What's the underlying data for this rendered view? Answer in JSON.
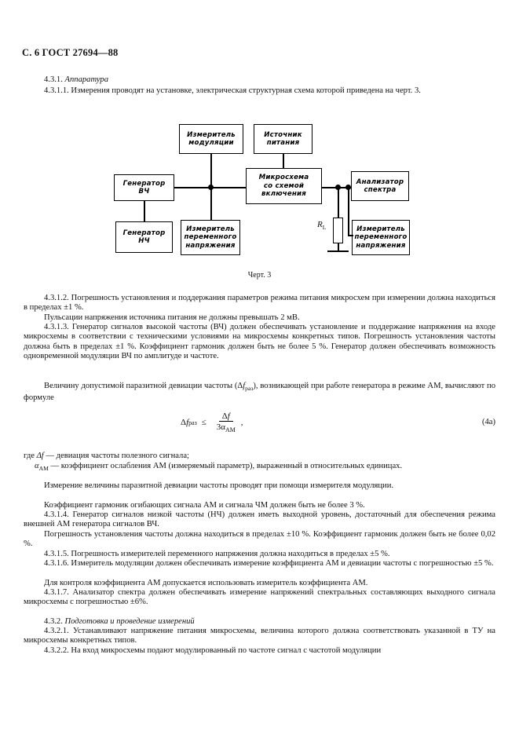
{
  "document": {
    "header": "С. 6 ГОСТ 27694—88",
    "figure_caption": "Черт. 3"
  },
  "sections": {
    "s431_title_num": "4.3.1.",
    "s431_title_text": "Аппаратура",
    "p4311": "4.3.1.1. Измерения проводят на установке, электрическая структурная схема которой приведена на черт. 3.",
    "p4312": "4.3.1.2. Погрешность установления и поддержания параметров режима питания микросхем при измерении должна находиться в пределах ±1 %.",
    "p_pulsations": "Пульсации напряжения источника питания не должны превышать 2 мВ.",
    "p4313": "4.3.1.3. Генератор сигналов высокой частоты (ВЧ) должен обеспечивать установление и поддержание напряжения на входе микросхемы в соответствии с техническими условиями на микросхемы конкретных типов. Погрешность установления частоты должна быть в пределах ±1 %. Коэффициент гармоник должен быть не более 5 %. Генератор должен обеспечивать возможность одновременной модуляции ВЧ по амплитуде и частоте.",
    "p_formula_intro_a": "Величину допустимой паразитной девиации частоты (Δ",
    "p_formula_intro_b": "f",
    "p_formula_intro_c": "раз",
    "p_formula_intro_d": "), возникающей при работе генератора в режиме АМ, вычисляют по формуле",
    "where_word": "где",
    "where_df_symbol": "Δf",
    "where_df_text": "— девиация частоты полезного сигнала;",
    "where_alpha_symbol": "α",
    "where_alpha_sub": "АМ",
    "where_alpha_text": "— коэффициент ослабления АМ (измеряемый параметр), выраженный в относительных единицах.",
    "p_measure": "Измерение величины паразитной девиации частоты проводят при помощи измерителя модуляции.",
    "p_harmonics": "Коэффициент гармоник огибающих сигнала АМ и сигнала ЧМ должен быть не более 3 %.",
    "p4314": "4.3.1.4. Генератор сигналов низкой частоты (НЧ) должен иметь выходной уровень, достаточный для обеспечения режима внешней АМ генератора сигналов ВЧ.",
    "p_freq_err": "Погрешность установления частоты должна находиться в пределах ±10 %. Коэффициент гармоник должен быть не более 0,02 %.",
    "p4315": "4.3.1.5. Погрешность измерителей переменного напряжения должна находиться в пределах ±5 %.",
    "p4316": "4.3.1.6. Измеритель модуляции должен обеспечивать измерение коэффициента АМ и девиации частоты с погрешностью ±5 %.",
    "p_am_control": "Для контроля коэффициента АМ допускается использовать измеритель коэффициента АМ.",
    "p4317": "4.3.1.7. Анализатор спектра должен обеспечивать измерение напряжений спектральных составляющих выходного сигнала микросхемы с погрешностью ±6%.",
    "s432_title_num": "4.3.2.",
    "s432_title_text": "Подготовка и проведение измерений",
    "p4321": "4.3.2.1. Устанавливают напряжение питания микросхемы, величина которого должна соответствовать указанной в ТУ на микросхемы конкретных типов.",
    "p4322": "4.3.2.2. На вход микросхемы подают модулированный по частоте сигнал с частотой модуляции"
  },
  "formula": {
    "lhs_delta": "Δ",
    "lhs_f": "f",
    "lhs_sub": "раз",
    "relation": "≤",
    "numerator_delta": "Δ",
    "numerator_f": "f",
    "denominator_coef": "3",
    "denominator_alpha": "α",
    "denominator_sub": "АМ",
    "comma": ",",
    "number": "(4a)"
  },
  "diagram": {
    "boxes": [
      {
        "id": "izmeritel-modulyatsii",
        "lines": [
          "Измеритель",
          "модуляции"
        ]
      },
      {
        "id": "istochnik-pitaniya",
        "lines": [
          "Источник",
          "питания"
        ]
      },
      {
        "id": "generator-vch",
        "lines": [
          "Генератор",
          "ВЧ"
        ]
      },
      {
        "id": "mikroskhema",
        "lines": [
          "Микросхема",
          "со схемой",
          "включения"
        ]
      },
      {
        "id": "analizator-spektra",
        "lines": [
          "Анализатор",
          "спектра"
        ]
      },
      {
        "id": "generator-nch",
        "lines": [
          "Генератор",
          "НЧ"
        ]
      },
      {
        "id": "izmeritel-napryazheniya-left",
        "lines": [
          "Измеритель",
          "переменного",
          "напряжения"
        ]
      },
      {
        "id": "izmeritel-napryazheniya-right",
        "lines": [
          "Измеритель",
          "переменного",
          "напряжения"
        ]
      }
    ],
    "resistor_label": "R",
    "resistor_sub": "L"
  }
}
